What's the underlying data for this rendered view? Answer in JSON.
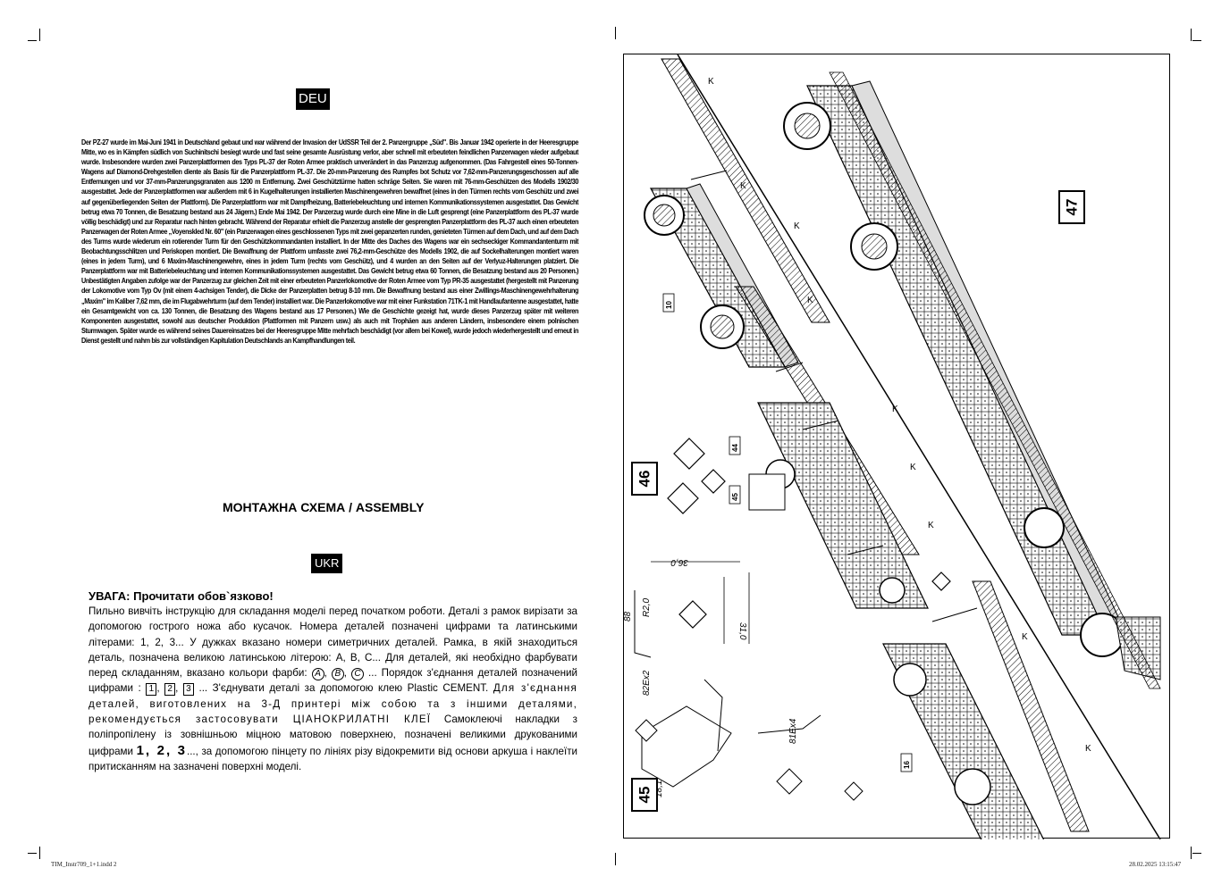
{
  "left_page": {
    "deu_badge": "DEU",
    "deu_paragraph": "Der PZ-27 wurde im Mai-Juni 1941 in Deutschland gebaut und war während der Invasion der UdSSR Teil der 2. Panzergruppe „Süd\". Bis Januar 1942 operierte in der Heeresgruppe Mitte, wo es in Kämpfen südlich von Suchinitschi besiegt wurde und fast seine gesamte Ausrüstung verlor, aber schnell mit erbeuteten feindlichen Panzerwagen wieder aufgebaut wurde. Insbesondere wurden zwei Panzerplattformen des Typs PL-37 der Roten Armee praktisch unverändert in das Panzerzug aufgenommen. (Das Fahrgestell eines 50-Tonnen-Wagens auf Diamond-Drehgestellen diente als Basis für die Panzerplattform PL-37. Die 20-mm-Panzerung des Rumpfes bot Schutz vor 7,62-mm-Panzerungsgeschossen auf alle Entfernungen und vor 37-mm-Panzerungsgranaten aus 1200 m Entfernung. Zwei Geschütztürme hatten schräge Seiten. Sie waren mit 76-mm-Geschützen des Modells 1902/30 ausgestattet. Jede der Panzerplattformen war außerdem mit 6 in Kugelhalterungen installierten Maschinengewehren bewaffnet (eines in den Türmen rechts vom Geschütz und zwei auf gegenüberliegenden Seiten der Plattform). Die Panzerplattform war mit Dampfheizung, Batteriebeleuchtung und internen Kommunikationssystemen ausgestattet. Das Gewicht betrug etwa 70 Tonnen, die Besatzung bestand aus 24 Jägern.) Ende Mai 1942. Der Panzerzug wurde durch eine Mine in die Luft gesprengt (eine Panzerplattform des PL-37 wurde völlig beschädigt) und zur Reparatur nach hinten gebracht. Während der Reparatur erhielt die Panzerzug anstelle der gesprengten Panzerplattform des PL-37 auch einen erbeuteten Panzerwagen der Roten Armee „Voyenskled Nr. 60\" (ein Panzerwagen eines geschlossenen Typs mit zwei gepanzerten runden, genieteten Türmen auf dem Dach, und auf dem Dach des Turms wurde wiederum ein rotierender Turm für den Geschützkommandanten installiert. In der Mitte des Daches des Wagens war ein sechseckiger Kommandantenturm mit Beobachtungsschlitzen und Periskopen montiert. Die Bewaffnung der Plattform umfasste zwei 76,2-mm-Geschütze des Modells 1902, die auf Sockelhalterungen montiert waren (eines in jedem Turm), und 6 Maxim-Maschinengewehre, eines in jedem Turm (rechts vom Geschütz), und 4 wurden an den Seiten auf der Verlyuz-Halterungen platziert. Die Panzerplattform war mit Batteriebeleuchtung und internen Kommunikationssystemen ausgestattet. Das Gewicht betrug etwa 60 Tonnen, die Besatzung bestand aus 20 Personen.) Unbestätigten Angaben zufolge war der Panzerzug zur gleichen Zeit mit einer erbeuteten Panzerlokomotive der Roten Armee vom Typ PR-35 ausgestattet (hergestellt mit Panzerung der Lokomotive vom Typ Ov (mit einem 4-achsigen Tender), die Dicke der Panzerplatten betrug 8-10 mm. Die Bewaffnung bestand aus einer Zwillings-Maschinengewehrhalterung „Maxim\" im Kaliber 7,62 mm, die im Flugabwehrturm (auf dem Tender) installiert war. Die Panzerlokomotive war mit einer Funkstation 71TK-1 mit Handlaufantenne ausgestattet, hatte ein Gesamtgewicht von ca. 130 Tonnen, die Besatzung des Wagens bestand aus 17 Personen.) Wie die Geschichte gezeigt hat, wurde dieses Panzerzug später mit weiteren Komponenten ausgestattet, sowohl aus deutscher Produktion (Plattformen mit Panzern usw.) als auch mit Trophäen aus anderen Ländern, insbesondere einem polnischen Sturmwagen. Später wurde es während seines Dauereinsatzes bei der Heeresgruppe Mitte mehrfach beschädigt (vor allem bei Kowel), wurde jedoch wiederhergestellt und erneut in Dienst gestellt und nahm bis zur vollständigen Kapitulation Deutschlands an Kampfhandlungen teil.",
    "assembly_title": "МОНТАЖНА СХЕМА / ASSEMBLY",
    "ukr_badge": "UKR",
    "ukr_warning": "УВАГА: Прочитати обов`язково!",
    "ukr_p1": "Пильно вивчіть інструкцію для складання моделі перед початком роботи. Деталі з рамок вирізати за допомогою гострого ножа або кусачок. Номера деталей позначені цифрами та латинськими літерами: 1, 2, 3... У дужках вказано номери симетричних деталей. Рамка, в якій знаходиться деталь, позначена великою латинською літерою: A, B, C... Для деталей, які необхідно фарбувати перед складанням, вказано кольори фарби:",
    "ukr_colors": [
      "A",
      "B",
      "C"
    ],
    "ukr_p1_tail": "... Порядок з'єднання деталей позначений цифрами :",
    "ukr_steps": [
      "1",
      "2",
      "3"
    ],
    "ukr_p2": "... З'єднувати деталі за допомогою клею Plastic CEMENT.",
    "ukr_p3": "Для з'єднання деталей, виготовлених на 3-Д принтері між собою та з іншими деталями, рекомендується застосовувати ЦІАНОКРИЛАТНІ КЛЕЇ",
    "ukr_p4": "Самоклеючі накладки з поліпропілену із зовнішньою міцною матовою поверхнею, позначені великими друкованими цифрами",
    "ukr_p4_nums": "1, 2, 3",
    "ukr_p4_tail": "..., за допомогою пінцету по лініях різу відокремити від основи аркуша і наклеїти притисканням на зазначені поверхні моделі."
  },
  "diagram": {
    "steps": [
      "46",
      "47",
      "45"
    ],
    "parts": [
      "10",
      "44",
      "45",
      "16"
    ],
    "rail_label": "K",
    "dims": [
      "36,0",
      "31,0",
      "R2,0",
      "88",
      "18,1"
    ],
    "decals": [
      "82Ex2",
      "81Ex4"
    ]
  },
  "footer": {
    "left": "TIM_Instr709_1+1.indd   2",
    "right": "28.02.2025   13:15:47"
  }
}
